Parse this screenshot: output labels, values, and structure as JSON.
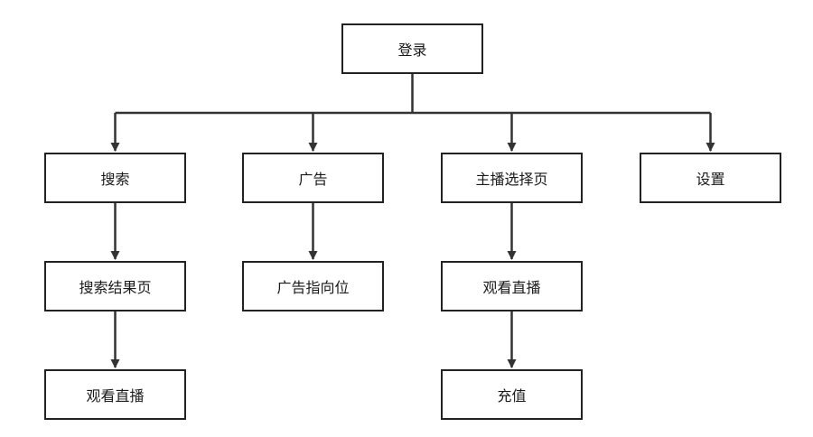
{
  "diagram": {
    "nodes": {
      "login": "登录",
      "search": "搜索",
      "ad": "广告",
      "anchor_select": "主播选择页",
      "settings": "设置",
      "search_results": "搜索结果页",
      "ad_position": "广告指向位",
      "watch_live_a": "观看直播",
      "watch_live_b": "观看直播",
      "recharge": "充值"
    },
    "edges": [
      [
        "login",
        "search"
      ],
      [
        "login",
        "ad"
      ],
      [
        "login",
        "anchor_select"
      ],
      [
        "login",
        "settings"
      ],
      [
        "search",
        "search_results"
      ],
      [
        "search_results",
        "watch_live_a"
      ],
      [
        "ad",
        "ad_position"
      ],
      [
        "anchor_select",
        "watch_live_b"
      ],
      [
        "watch_live_b",
        "recharge"
      ]
    ],
    "colors": {
      "line": "#333333",
      "border": "#222222",
      "background": "#ffffff"
    }
  }
}
